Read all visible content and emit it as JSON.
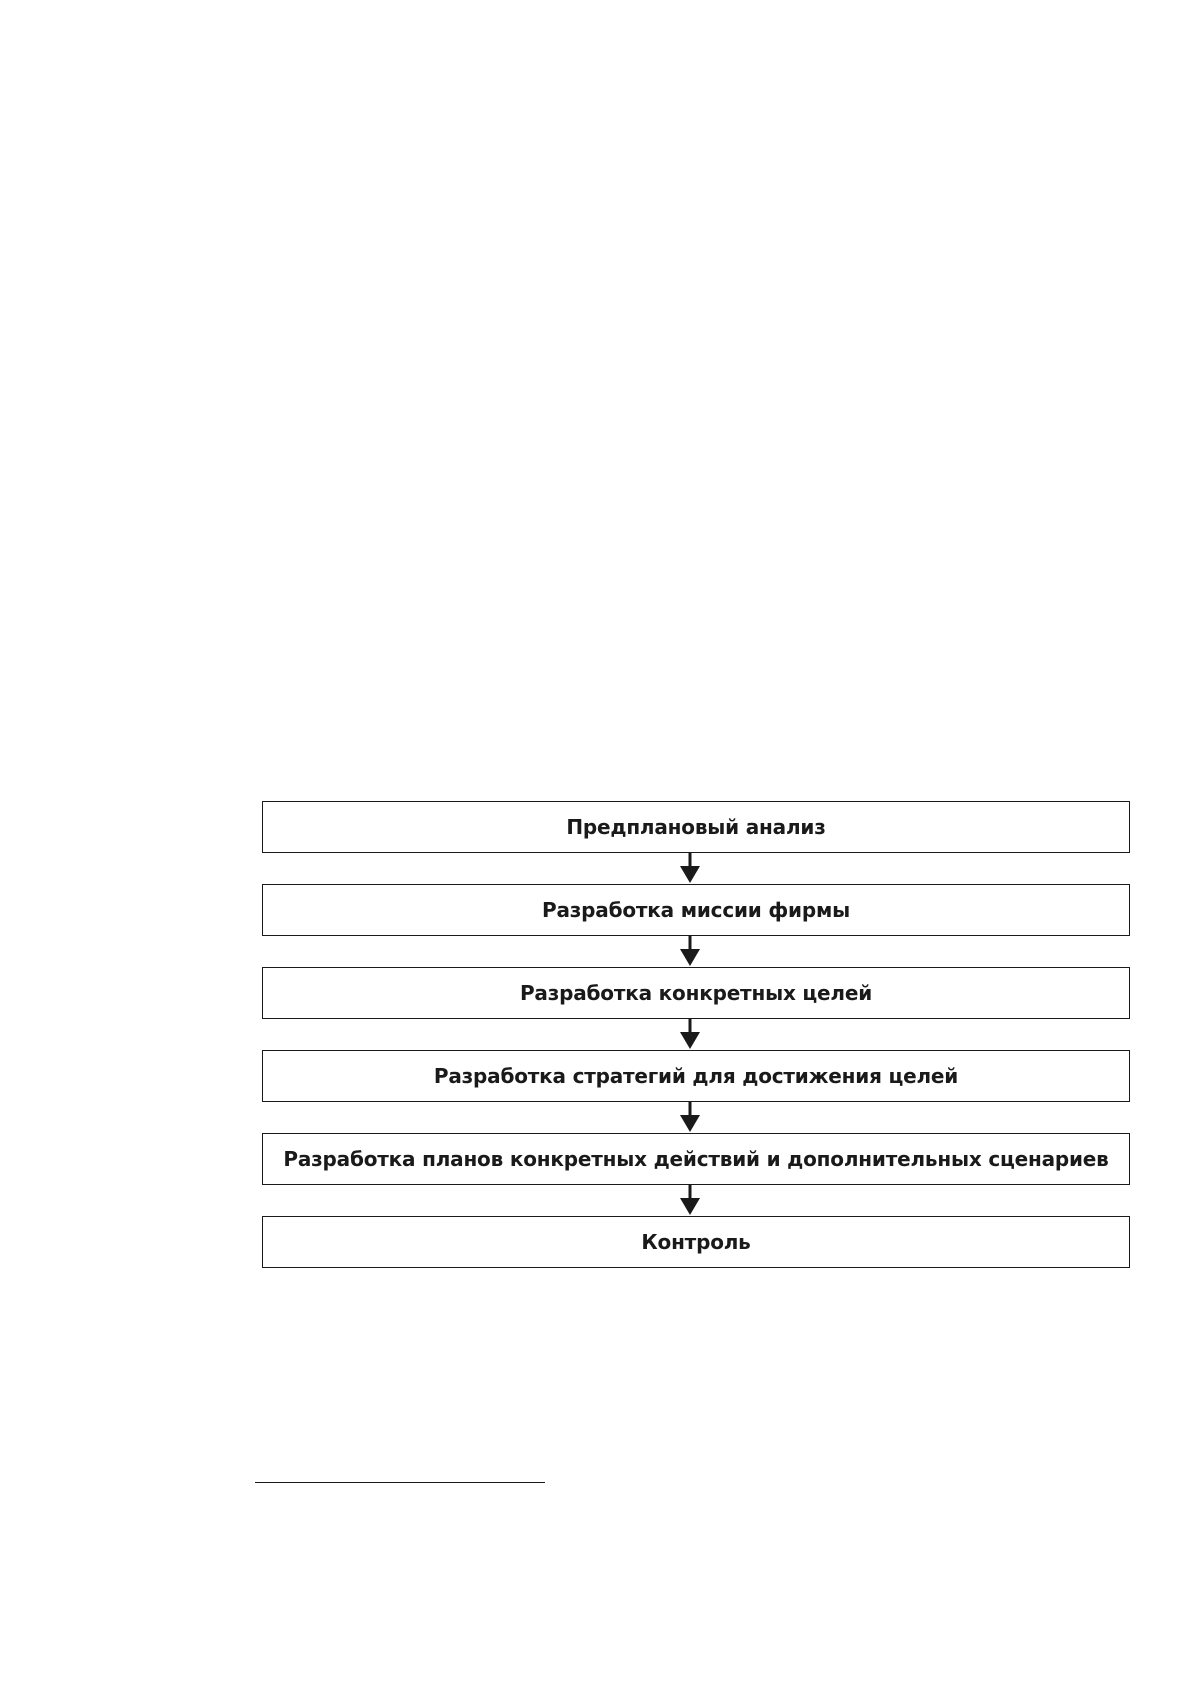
{
  "diagram": {
    "steps": [
      {
        "label": "Предплановый анализ"
      },
      {
        "label": "Разработка миссии фирмы"
      },
      {
        "label": "Разработка конкретных целей"
      },
      {
        "label": "Разработка стратегий для достижения целей"
      },
      {
        "label": "Разработка планов конкретных действий и дополнительных сценариев"
      },
      {
        "label": "Контроль"
      }
    ],
    "connector_icon": "arrow-down-icon",
    "colors": {
      "stroke": "#1a1a1a",
      "background": "#ffffff"
    }
  }
}
